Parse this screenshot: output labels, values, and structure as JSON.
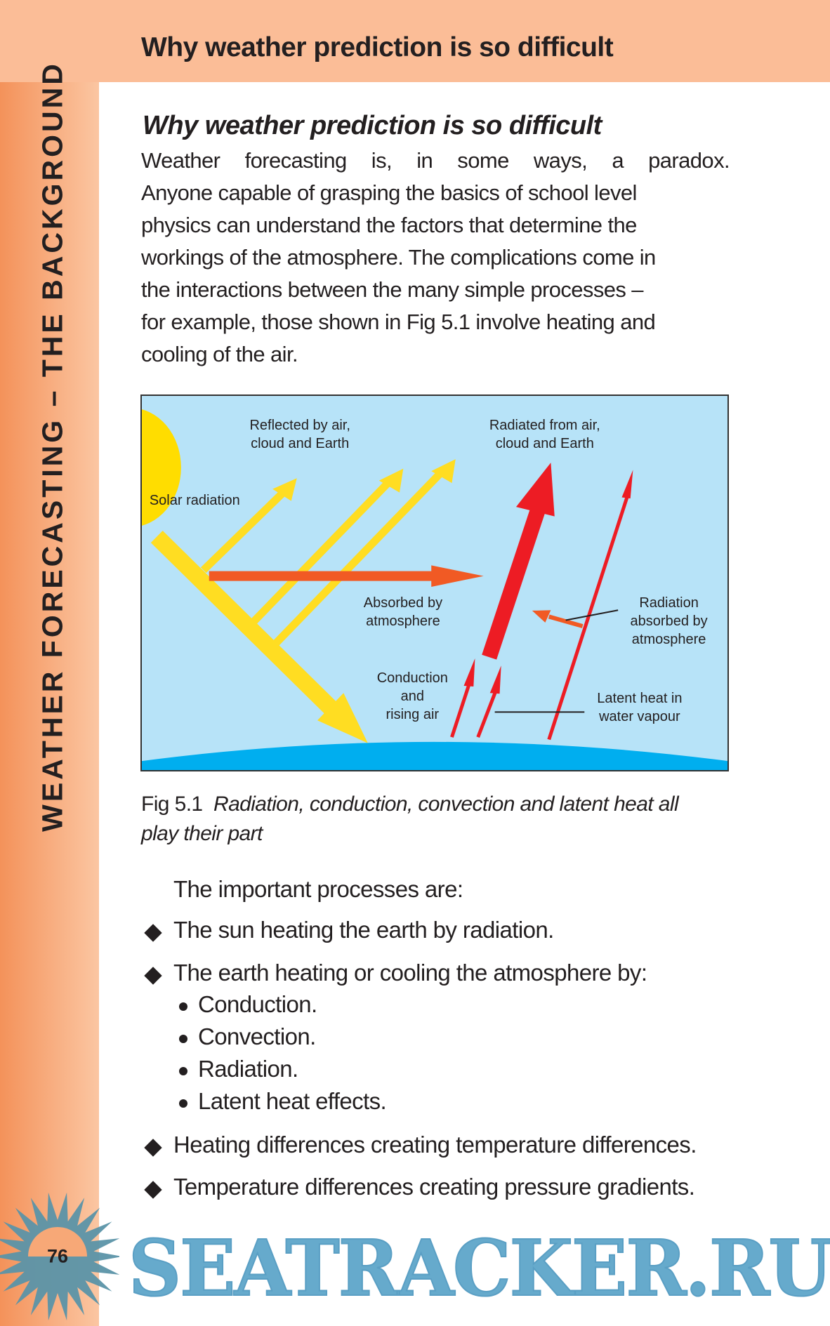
{
  "sidebar": {
    "title": "WEATHER FORECASTING – THE BACKGROUND"
  },
  "header": {
    "title": "Why weather prediction is so difficult"
  },
  "section": {
    "heading": "Why weather prediction is so difficult",
    "paragraph_lines": [
      "Weather forecasting is, in some ways, a paradox.",
      "Anyone capable of grasping the basics of school level",
      "physics can understand the factors that determine the",
      "workings of the atmosphere. The complications come in",
      "the interactions between the many simple processes –",
      "for example, those shown in Fig 5.1 involve heating and",
      "cooling of the air."
    ]
  },
  "figure": {
    "labels": {
      "reflected": [
        "Reflected by air,",
        "cloud and Earth"
      ],
      "radiated": [
        "Radiated from air,",
        "cloud and Earth"
      ],
      "solar": "Solar radiation",
      "absorbed": [
        "Absorbed by",
        "atmosphere"
      ],
      "radiation_absorbed": [
        "Radiation",
        "absorbed by",
        "atmosphere"
      ],
      "conduction": [
        "Conduction",
        "and",
        "rising air"
      ],
      "latent": [
        "Latent heat in",
        "water vapour"
      ]
    },
    "caption_number": "Fig 5.1",
    "caption_text_1": "Radiation, conduction, convection and latent heat all",
    "caption_text_2": "play their part"
  },
  "list": {
    "intro": "The important processes are:",
    "items": [
      "The sun heating the earth by radiation.",
      "The earth heating or cooling the atmosphere by:",
      "Heating differences creating temperature differences.",
      "Temperature differences creating pressure gradients."
    ],
    "subitems": [
      "Conduction.",
      "Convection.",
      "Radiation.",
      "Latent heat effects."
    ]
  },
  "footer": {
    "page_number": "76",
    "watermark": "SEATRACKER.RU"
  }
}
